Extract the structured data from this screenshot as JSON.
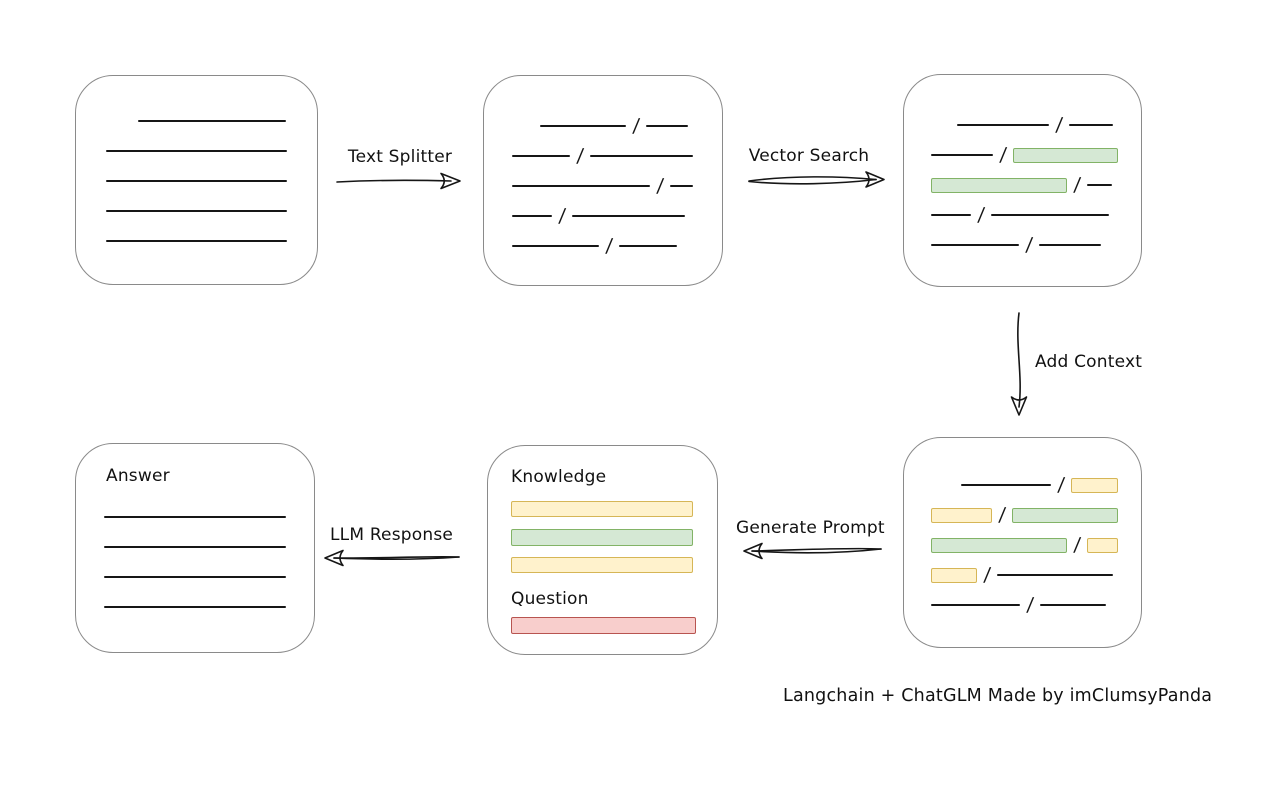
{
  "caption": "Langchain + ChatGLM Made by imClumsyPanda",
  "glyphs": {
    "slash": "/"
  },
  "colors": {
    "green_fill": "#d5e8d4",
    "green_border": "#82b366",
    "yellow_fill": "#fff2cc",
    "yellow_border": "#d6b656",
    "red_fill": "#f8cecc",
    "red_border": "#b85450",
    "box_border": "#8a8a8a",
    "line": "#161616"
  },
  "labels": {
    "text_splitter": "Text Splitter",
    "vector_search": "Vector Search",
    "add_context": "Add Context",
    "generate_prompt": "Generate Prompt",
    "llm_response": "LLM Response"
  },
  "boxes": {
    "document": {
      "rows": [
        [
          {
            "t": "sp",
            "w": 32
          },
          {
            "t": "ln",
            "w": 148
          }
        ],
        [
          {
            "t": "ln",
            "w": 181
          }
        ],
        [
          {
            "t": "ln",
            "w": 181
          }
        ],
        [
          {
            "t": "ln",
            "w": 181
          }
        ],
        [
          {
            "t": "ln",
            "w": 181
          }
        ]
      ]
    },
    "chunks": {
      "rows": [
        [
          {
            "t": "sp",
            "w": 28
          },
          {
            "t": "ln",
            "w": 86
          },
          {
            "t": "sl"
          },
          {
            "t": "ln",
            "w": 42
          }
        ],
        [
          {
            "t": "ln",
            "w": 58
          },
          {
            "t": "sl"
          },
          {
            "t": "ln",
            "w": 103
          }
        ],
        [
          {
            "t": "ln",
            "w": 138
          },
          {
            "t": "sl"
          },
          {
            "t": "ln",
            "w": 23
          }
        ],
        [
          {
            "t": "ln",
            "w": 40
          },
          {
            "t": "sl"
          },
          {
            "t": "ln",
            "w": 113
          }
        ],
        [
          {
            "t": "ln",
            "w": 87
          },
          {
            "t": "sl"
          },
          {
            "t": "ln",
            "w": 58
          }
        ]
      ]
    },
    "matches": {
      "rows": [
        [
          {
            "t": "sp",
            "w": 26
          },
          {
            "t": "ln",
            "w": 92
          },
          {
            "t": "sl"
          },
          {
            "t": "ln",
            "w": 44
          }
        ],
        [
          {
            "t": "ln",
            "w": 62
          },
          {
            "t": "sl"
          },
          {
            "t": "g",
            "w": 105
          }
        ],
        [
          {
            "t": "g",
            "w": 136
          },
          {
            "t": "sl"
          },
          {
            "t": "ln",
            "w": 25
          }
        ],
        [
          {
            "t": "ln",
            "w": 40
          },
          {
            "t": "sl"
          },
          {
            "t": "ln",
            "w": 118
          }
        ],
        [
          {
            "t": "ln",
            "w": 88
          },
          {
            "t": "sl"
          },
          {
            "t": "ln",
            "w": 62
          }
        ]
      ]
    },
    "context": {
      "rows": [
        [
          {
            "t": "sp",
            "w": 30
          },
          {
            "t": "ln",
            "w": 90
          },
          {
            "t": "sl"
          },
          {
            "t": "y",
            "w": 47
          }
        ],
        [
          {
            "t": "y",
            "w": 61
          },
          {
            "t": "sl"
          },
          {
            "t": "g",
            "w": 106
          }
        ],
        [
          {
            "t": "g",
            "w": 136
          },
          {
            "t": "sl"
          },
          {
            "t": "y",
            "w": 31
          }
        ],
        [
          {
            "t": "y",
            "w": 46
          },
          {
            "t": "sl"
          },
          {
            "t": "ln",
            "w": 116
          }
        ],
        [
          {
            "t": "ln",
            "w": 89
          },
          {
            "t": "sl"
          },
          {
            "t": "ln",
            "w": 66
          }
        ]
      ]
    },
    "prompt": {
      "knowledge_label": "Knowledge",
      "question_label": "Question",
      "knowledge_rows": [
        [
          {
            "t": "y",
            "w": 182,
            "h": 16
          }
        ],
        [
          {
            "t": "g",
            "w": 182,
            "h": 17
          }
        ],
        [
          {
            "t": "y",
            "w": 182,
            "h": 16
          }
        ]
      ],
      "question_rows": [
        [
          {
            "t": "r",
            "w": 185,
            "h": 17
          }
        ]
      ]
    },
    "answer": {
      "label": "Answer",
      "rows": [
        [
          {
            "t": "ln",
            "w": 182
          }
        ],
        [
          {
            "t": "ln",
            "w": 182
          }
        ],
        [
          {
            "t": "ln",
            "w": 182
          }
        ],
        [
          {
            "t": "ln",
            "w": 182
          }
        ]
      ]
    }
  }
}
